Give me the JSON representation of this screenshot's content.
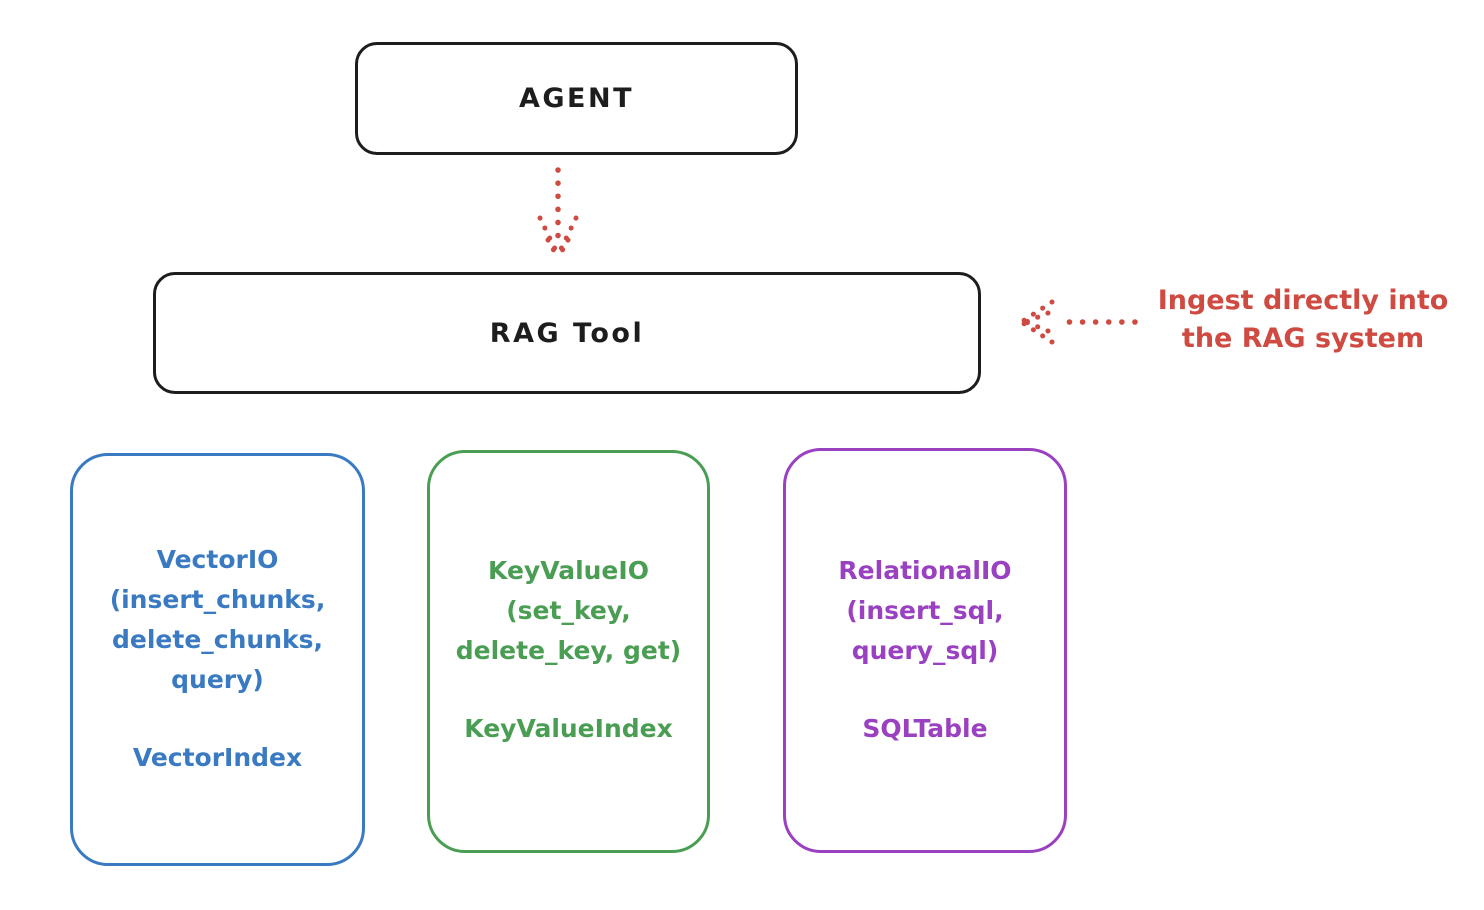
{
  "colors": {
    "ink": "#1d1d1d",
    "red": "#cf4a40",
    "blue": "#3a7ac2",
    "green": "#4a9e53",
    "purple": "#9a41c1"
  },
  "agent": {
    "label": "AGENT"
  },
  "rag_tool": {
    "label": "RAG Tool"
  },
  "annotation": {
    "text": "Ingest directly into\nthe RAG system"
  },
  "backends": [
    {
      "name": "vector-io",
      "color": "#3a7ac2",
      "io": "VectorIO\n(insert_chunks,\ndelete_chunks,\nquery)",
      "index": "VectorIndex"
    },
    {
      "name": "key-value-io",
      "color": "#4a9e53",
      "io": "KeyValueIO\n(set_key,\ndelete_key, get)",
      "index": "KeyValueIndex"
    },
    {
      "name": "relational-io",
      "color": "#9a41c1",
      "io": "RelationalIO\n(insert_sql,\nquery_sql)",
      "index": "SQLTable"
    }
  ]
}
